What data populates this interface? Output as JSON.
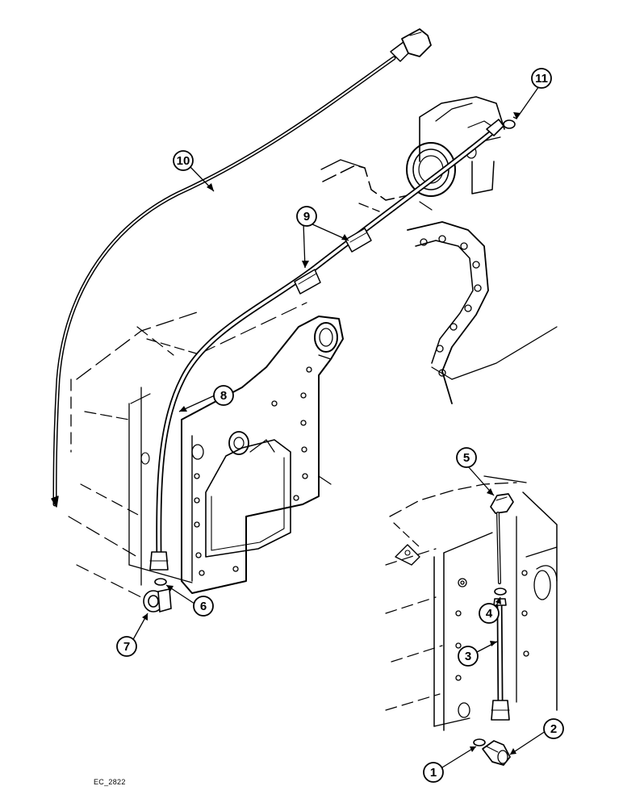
{
  "figure_code": "EC_2822",
  "callouts": [
    {
      "number": "1"
    },
    {
      "number": "2"
    },
    {
      "number": "3"
    },
    {
      "number": "4"
    },
    {
      "number": "5"
    },
    {
      "number": "6"
    },
    {
      "number": "7"
    },
    {
      "number": "8"
    },
    {
      "number": "9"
    },
    {
      "number": "10"
    },
    {
      "number": "11"
    }
  ],
  "colors": {
    "ink": "#000000",
    "paper": "#ffffff"
  }
}
